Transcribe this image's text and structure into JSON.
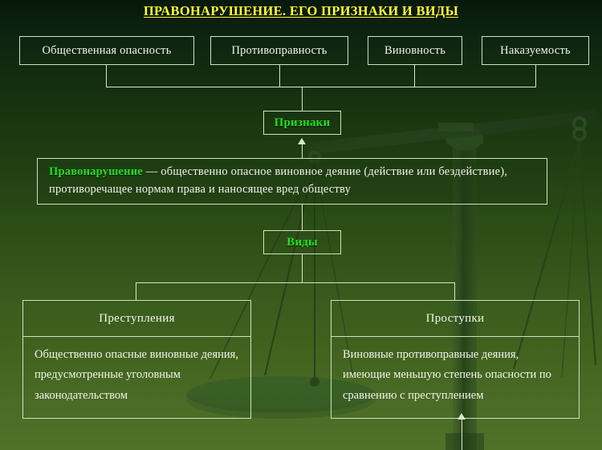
{
  "title": "ПРАВОНАРУШЕНИЕ. ЕГО ПРИЗНАКИ И ВИДЫ",
  "colors": {
    "title_yellow": "#ffff33",
    "accent_green": "#22e022",
    "text_white": "#f2f4ea",
    "border": "#cfe2c0",
    "bg_dark": "#07190a",
    "bg_light": "#4f7229"
  },
  "signs": {
    "label": "Признаки",
    "items": [
      {
        "label": "Общественная опасность"
      },
      {
        "label": "Противоправность"
      },
      {
        "label": "Виновность"
      },
      {
        "label": "Наказуемость"
      }
    ]
  },
  "definition": {
    "term": "Правонарушение",
    "dash": " — ",
    "text": "общественно опасное виновное деяние (действие или бездействие), противоречащее нормам права и наносящее вред обществу"
  },
  "kinds": {
    "label": "Виды",
    "items": [
      {
        "title": "Преступления",
        "description": "Общественно опасные виновные деяния, предусмотренные уголовным законодательством"
      },
      {
        "title": "Проступки",
        "description": "Виновные противоправные деяния, имеющие меньшую степень опасности по сравнению с преступлением"
      }
    ]
  },
  "background": {
    "artwork": "scales-of-justice-silhouette"
  }
}
